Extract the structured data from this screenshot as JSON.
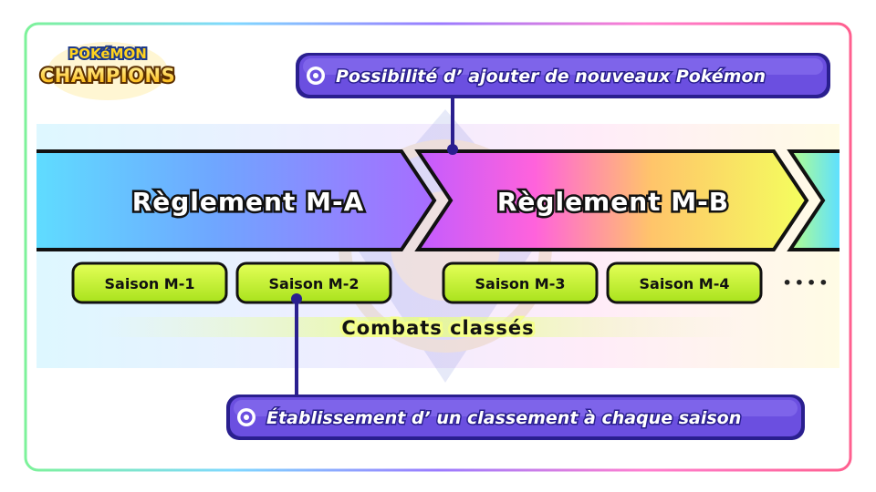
{
  "logo": {
    "top_text": "POKéMON",
    "main_text": "CHAMPIONS"
  },
  "callouts": {
    "top": "Possibilité d’ ajouter de nouveaux Pokémon",
    "bottom": "Établissement d’ un classement à chaque saison"
  },
  "regulations": [
    {
      "label": "Règlement M-A"
    },
    {
      "label": "Règlement M-B"
    }
  ],
  "seasons": [
    {
      "label": "Saison M-1"
    },
    {
      "label": "Saison M-2"
    },
    {
      "label": "Saison M-3"
    },
    {
      "label": "Saison M-4"
    }
  ],
  "more_indicator": "••••",
  "ranked_battles_label": "Combats classés",
  "colors": {
    "callout_fill": "#6b4fe0",
    "callout_border": "#2a1f8f",
    "season_fill": "#c6f032",
    "arrow_outline": "#111111",
    "logo_yellow": "#ffd21f"
  }
}
